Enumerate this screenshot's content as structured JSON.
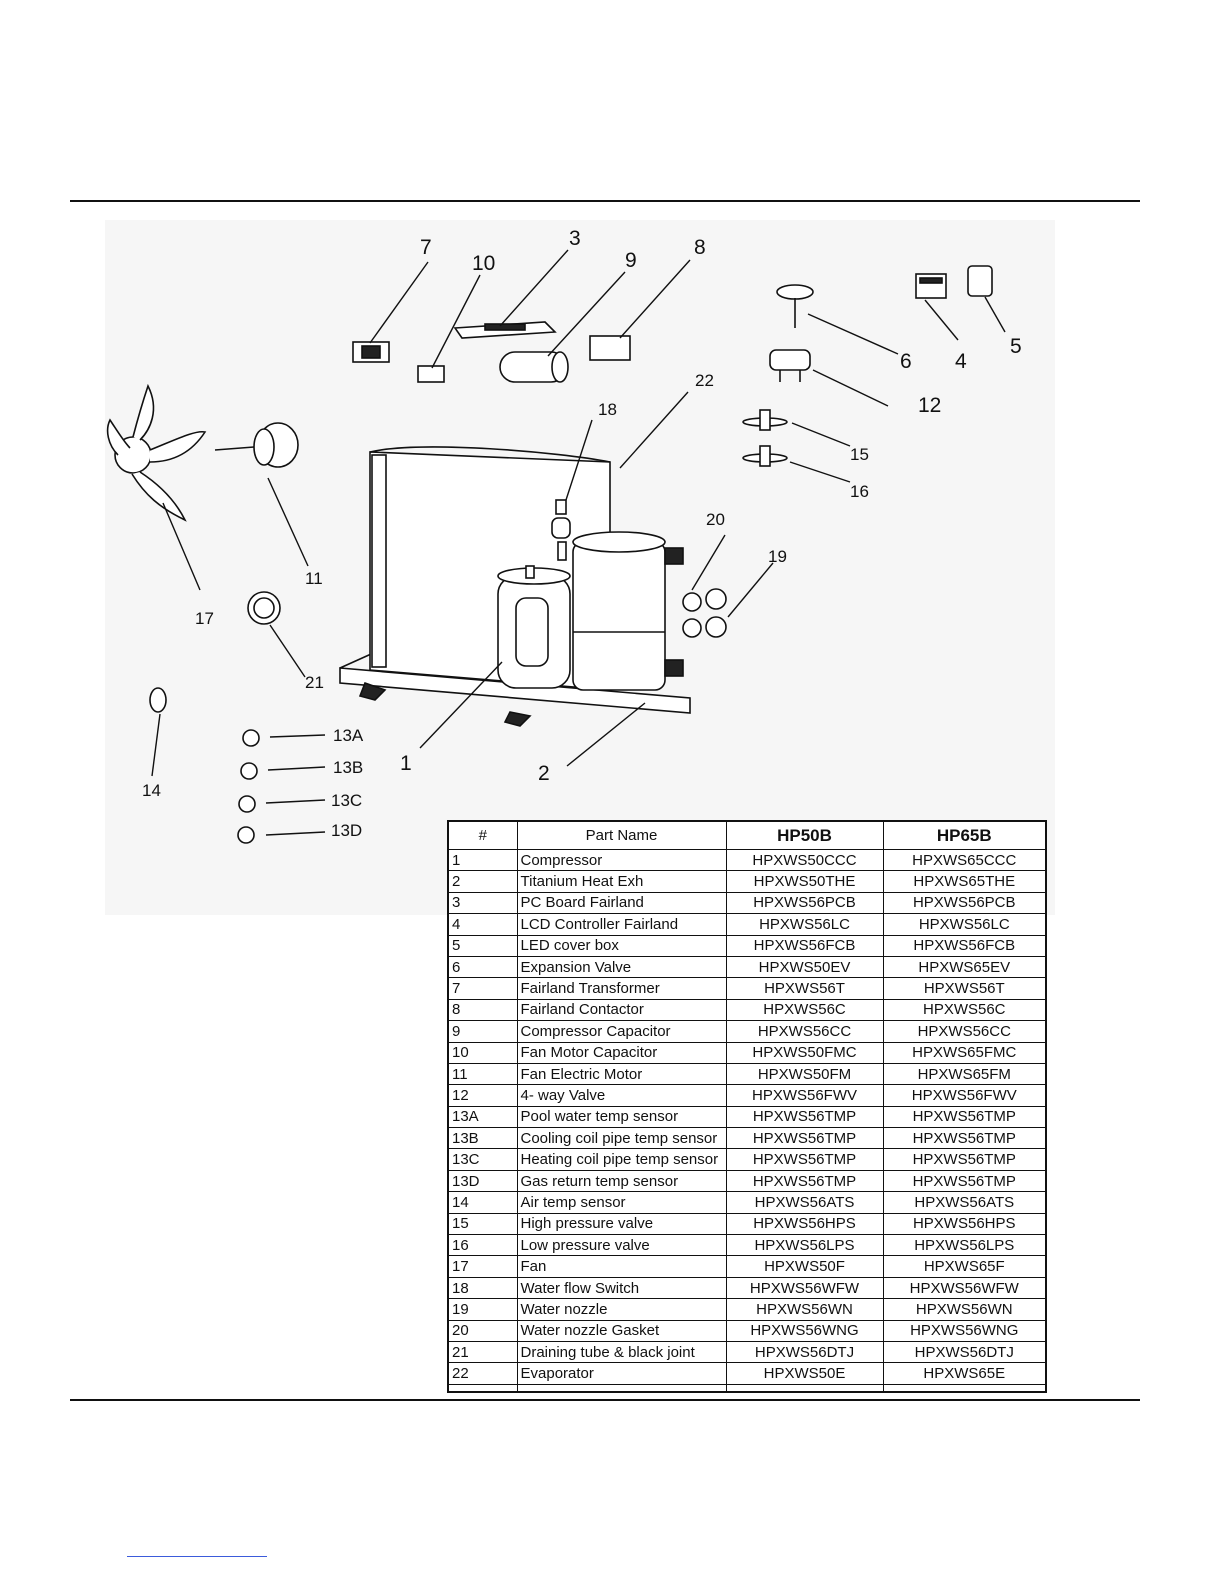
{
  "callouts": {
    "c1": "1",
    "c2": "2",
    "c3": "3",
    "c4": "4",
    "c5": "5",
    "c6": "6",
    "c7": "7",
    "c8": "8",
    "c9": "9",
    "c10": "10",
    "c11": "11",
    "c12": "12",
    "c13a": "13A",
    "c13b": "13B",
    "c13c": "13C",
    "c13d": "13D",
    "c14": "14",
    "c15": "15",
    "c16": "16",
    "c17": "17",
    "c18": "18",
    "c19": "19",
    "c20": "20",
    "c21": "21",
    "c22": "22"
  },
  "table": {
    "headers": {
      "num": "#",
      "name": "Part Name",
      "m1": "HP50B",
      "m2": "HP65B"
    },
    "rows": [
      {
        "n": "1",
        "name": "Compressor",
        "m1": "HPXWS50CCC",
        "m2": "HPXWS65CCC"
      },
      {
        "n": "2",
        "name": "Titanium Heat Exh",
        "m1": "HPXWS50THE",
        "m2": "HPXWS65THE"
      },
      {
        "n": "3",
        "name": "PC Board Fairland",
        "m1": "HPXWS56PCB",
        "m2": "HPXWS56PCB"
      },
      {
        "n": "4",
        "name": "LCD Controller Fairland",
        "m1": "HPXWS56LC",
        "m2": "HPXWS56LC"
      },
      {
        "n": "5",
        "name": " LED cover box",
        "m1": "HPXWS56FCB",
        "m2": "HPXWS56FCB"
      },
      {
        "n": "6",
        "name": "Expansion Valve",
        "m1": "HPXWS50EV",
        "m2": "HPXWS65EV"
      },
      {
        "n": "7",
        "name": "Fairland Transformer",
        "m1": "HPXWS56T",
        "m2": "HPXWS56T"
      },
      {
        "n": "8",
        "name": "Fairland Contactor",
        "m1": "HPXWS56C",
        "m2": "HPXWS56C"
      },
      {
        "n": "9",
        "name": "Compressor Capacitor",
        "m1": "HPXWS56CC",
        "m2": "HPXWS56CC"
      },
      {
        "n": "10",
        "name": "Fan Motor Capacitor",
        "m1": "HPXWS50FMC",
        "m2": "HPXWS65FMC"
      },
      {
        "n": "11",
        "name": "Fan Electric Motor",
        "m1": "HPXWS50FM",
        "m2": "HPXWS65FM"
      },
      {
        "n": "12",
        "name": "4- way Valve",
        "m1": "HPXWS56FWV",
        "m2": "HPXWS56FWV"
      },
      {
        "n": "13A",
        "name": "Pool water temp sensor",
        "m1": "HPXWS56TMP",
        "m2": "HPXWS56TMP"
      },
      {
        "n": "13B",
        "name": "Cooling coil pipe temp sensor",
        "m1": "HPXWS56TMP",
        "m2": "HPXWS56TMP"
      },
      {
        "n": "13C",
        "name": "Heating coil pipe temp sensor",
        "m1": "HPXWS56TMP",
        "m2": "HPXWS56TMP"
      },
      {
        "n": "13D",
        "name": "Gas return temp sensor",
        "m1": "HPXWS56TMP",
        "m2": "HPXWS56TMP"
      },
      {
        "n": "14",
        "name": "Air temp sensor",
        "m1": "HPXWS56ATS",
        "m2": "HPXWS56ATS"
      },
      {
        "n": "15",
        "name": "High pressure valve",
        "m1": "HPXWS56HPS",
        "m2": "HPXWS56HPS"
      },
      {
        "n": "16",
        "name": "Low pressure valve",
        "m1": "HPXWS56LPS",
        "m2": "HPXWS56LPS"
      },
      {
        "n": "17",
        "name": "Fan",
        "m1": "HPXWS50F",
        "m2": "HPXWS65F"
      },
      {
        "n": "18",
        "name": "Water flow Switch",
        "m1": "HPXWS56WFW",
        "m2": "HPXWS56WFW"
      },
      {
        "n": "19",
        "name": "Water nozzle",
        "m1": "HPXWS56WN",
        "m2": "HPXWS56WN"
      },
      {
        "n": "20",
        "name": "Water nozzle Gasket",
        "m1": "HPXWS56WNG",
        "m2": "HPXWS56WNG"
      },
      {
        "n": "21",
        "name": "Draining tube & black joint",
        "m1": "HPXWS56DTJ",
        "m2": "HPXWS56DTJ"
      },
      {
        "n": "22",
        "name": "Evaporator",
        "m1": "HPXWS50E",
        "m2": "HPXWS65E"
      }
    ]
  }
}
